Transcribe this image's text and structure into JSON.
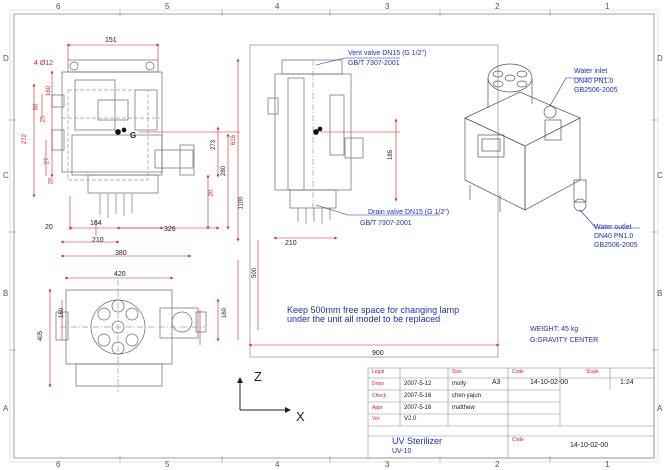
{
  "frame": {
    "top_labels": [
      "6",
      "5",
      "4",
      "3",
      "2",
      "1"
    ],
    "bottom_labels": [
      "6",
      "5",
      "4",
      "3",
      "2",
      "1"
    ],
    "left_labels": [
      "D",
      "C",
      "B",
      "A"
    ],
    "right_labels": [
      "D",
      "C",
      "B",
      "A"
    ]
  },
  "dims": {
    "d151": "151",
    "holes": "4 Ø12",
    "d160a": "160",
    "d25": "25",
    "d90": "90",
    "d272": "272",
    "d27": "27",
    "d20a": "20",
    "d20b": "20",
    "d164": "164",
    "d210a": "210",
    "d326": "326",
    "d380": "380",
    "d273": "273",
    "d280": "280",
    "d615": "615",
    "d20c": "20",
    "d1100": "1100",
    "d185": "185",
    "d210b": "210",
    "d500": "500",
    "d900": "900",
    "d420": "420",
    "d160b": "160",
    "d405": "405",
    "d160c": "160",
    "g_mark": "G"
  },
  "notes": {
    "vent_line1": "Vent valve DN15 (G 1/2\")",
    "vent_line2": "GB/T 7307-2001",
    "drain_line1": "Drain valve DN15 (G 1/2\")",
    "drain_line2": "GB/T 7307-2001",
    "inlet_line1": "Water inlet",
    "inlet_line2": "DN40 PN1.0",
    "inlet_line3": "GB2506-2005",
    "outlet_line1": "Water outlet",
    "outlet_line2": "DN40 PN1.0",
    "outlet_line3": "GB2506-2005",
    "space_line1": "Keep 500mm free space for changing lamp",
    "space_line2": "under the unit all model to be replaced",
    "weight": "WEIGHT: 45 kg",
    "gravity": "G:GRAVITY CENTER"
  },
  "axes": {
    "z": "Z",
    "x": "X"
  },
  "title_block": {
    "h1": "Legal",
    "h2": "Size",
    "h3": "Code",
    "h4": "Scale",
    "size_value": "A3",
    "code_value": "14-10-02-00",
    "scale_value": "1:24",
    "rows": [
      {
        "label": "Draw",
        "date": "2007-5-12",
        "name": "molly"
      },
      {
        "label": "Check",
        "date": "2007-5-16",
        "name": "chen yajun"
      },
      {
        "label": "Appr",
        "date": "2007-5-16",
        "name": "matthew"
      },
      {
        "label": "Ver",
        "date": "V2.0",
        "name": ""
      }
    ],
    "title": "UV Sterilizer",
    "model": "UV-10",
    "code_label": "Code",
    "drawing_no": "14-10-02-00"
  }
}
